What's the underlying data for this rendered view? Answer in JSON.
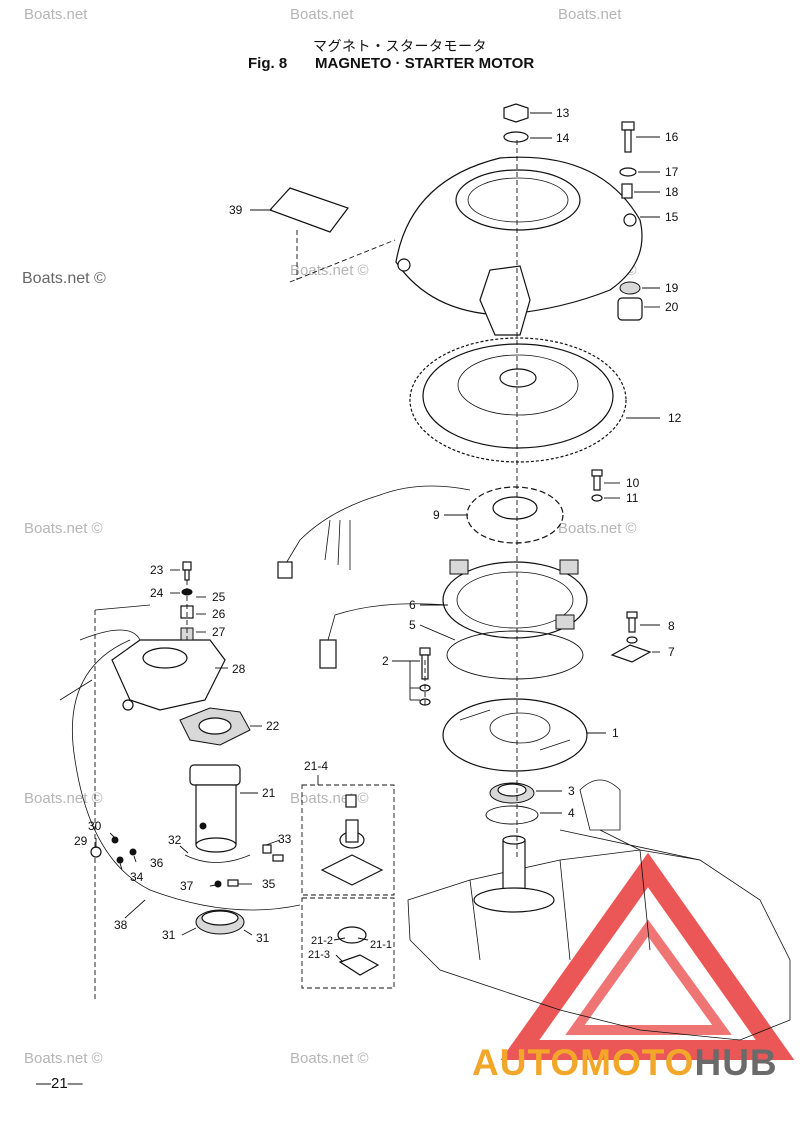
{
  "header": {
    "title_jp": "マグネト・スタータモータ",
    "fig_number": "Fig. 8",
    "fig_title": "MAGNETO · STARTER MOTOR"
  },
  "watermarks": [
    "Boats.net",
    "Boats.net ©"
  ],
  "callouts": {
    "c1": "1",
    "c2": "2",
    "c3": "3",
    "c4": "4",
    "c5": "5",
    "c6": "6",
    "c7": "7",
    "c8": "8",
    "c9": "9",
    "c10": "10",
    "c11": "11",
    "c12": "12",
    "c13": "13",
    "c14": "14",
    "c15": "15",
    "c16": "16",
    "c17": "17",
    "c18": "18",
    "c19": "19",
    "c20": "20",
    "c21": "21",
    "c21_1": "21-1",
    "c21_2": "21-2",
    "c21_3": "21-3",
    "c21_4": "21-4",
    "c22": "22",
    "c23": "23",
    "c24": "24",
    "c25": "25",
    "c26": "26",
    "c27": "27",
    "c28": "28",
    "c29": "29",
    "c30": "30",
    "c31": "31",
    "c32": "32",
    "c33": "33",
    "c34": "34",
    "c35": "35",
    "c36": "36",
    "c37": "37",
    "c38": "38",
    "c39": "39"
  },
  "footer": {
    "page_number": "—21—",
    "brand_part1": "AUTOMOTO",
    "brand_part2": "HUB"
  },
  "colors": {
    "brand_orange": "#f2a72a",
    "brand_grey": "#6a6a6a",
    "brand_triangle": "#e83a3a"
  }
}
